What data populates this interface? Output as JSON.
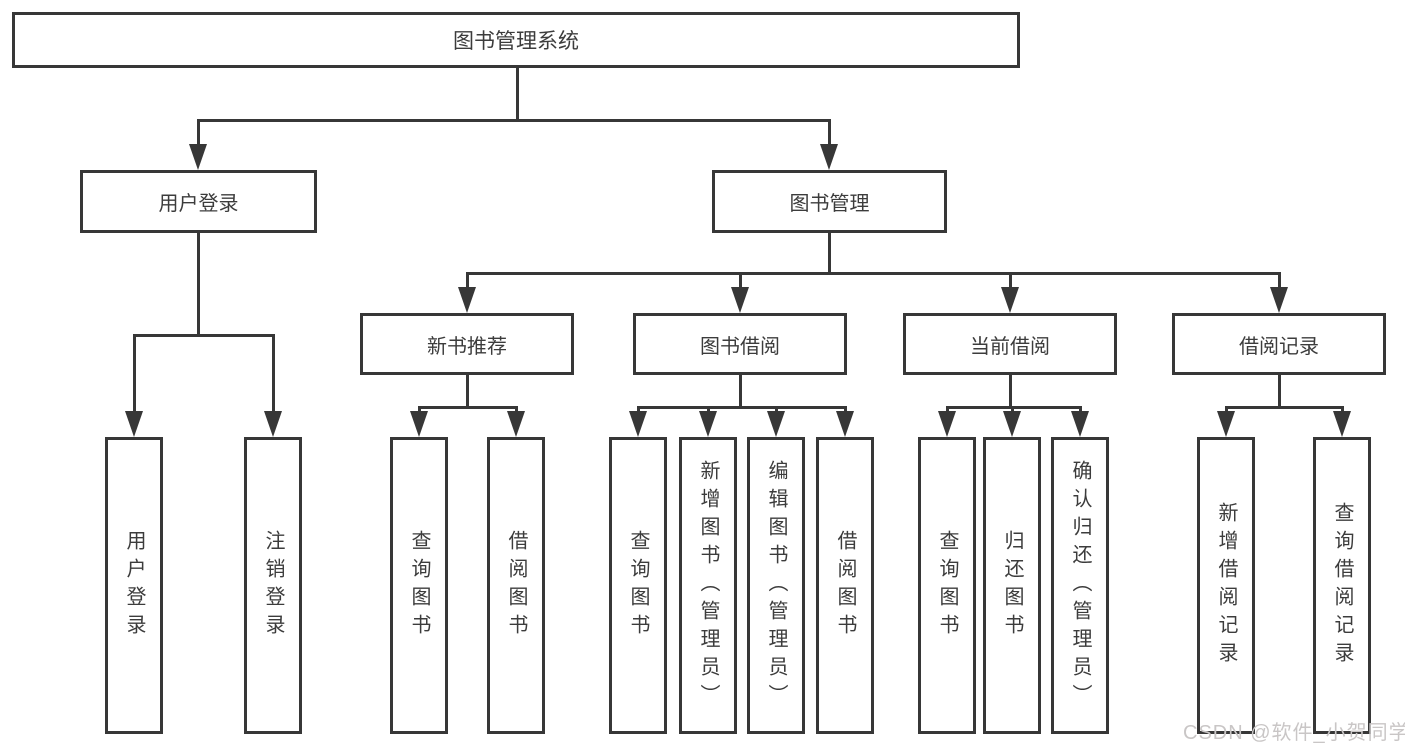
{
  "diagram": {
    "title": "图书管理系统",
    "root": {
      "label": "图书管理系统"
    },
    "branches": [
      {
        "label": "用户登录",
        "children": [
          {
            "label": "用户登录"
          },
          {
            "label": "注销登录"
          }
        ]
      },
      {
        "label": "图书管理",
        "children": [
          {
            "label": "新书推荐",
            "children": [
              {
                "label": "查询图书"
              },
              {
                "label": "借阅图书"
              }
            ]
          },
          {
            "label": "图书借阅",
            "children": [
              {
                "label": "查询图书"
              },
              {
                "label": "新增图书（管理员）"
              },
              {
                "label": "编辑图书（管理员）"
              },
              {
                "label": "借阅图书"
              }
            ]
          },
          {
            "label": "当前借阅",
            "children": [
              {
                "label": "查询图书"
              },
              {
                "label": "归还图书"
              },
              {
                "label": "确认归还（管理员）"
              }
            ]
          },
          {
            "label": "借阅记录",
            "children": [
              {
                "label": "新增借阅记录"
              },
              {
                "label": "查询借阅记录"
              }
            ]
          }
        ]
      }
    ]
  },
  "watermark": {
    "text": "CSDN @软件_小贺同学"
  },
  "colors": {
    "line": "#373737",
    "text": "#3c3c3c",
    "background": "#ffffff",
    "watermark": "#c9c6c6"
  }
}
